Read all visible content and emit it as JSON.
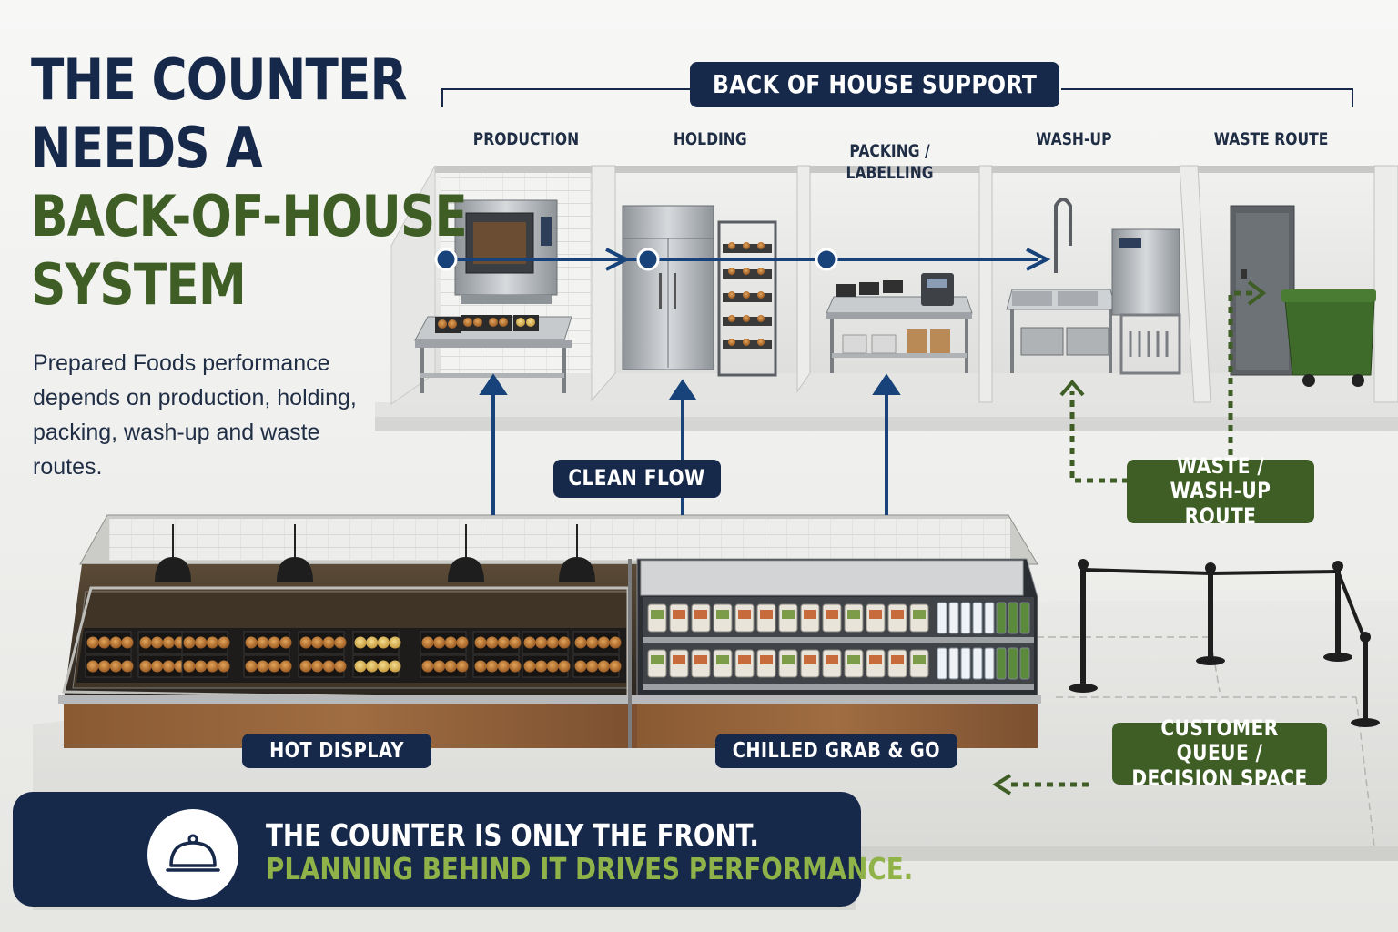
{
  "headline": {
    "line1": "THE COUNTER",
    "line2": "NEEDS A",
    "line3": "BACK-OF-HOUSE",
    "line4": "SYSTEM"
  },
  "intro": "Prepared Foods performance depends on production, holding, packing, wash-up and waste routes.",
  "back_of_house": {
    "title": "BACK OF HOUSE SUPPORT",
    "zones": [
      {
        "label": "PRODUCTION"
      },
      {
        "label": "HOLDING"
      },
      {
        "label": "PACKING /\nLABELLING"
      },
      {
        "label": "WASH-UP"
      },
      {
        "label": "WASTE ROUTE"
      }
    ]
  },
  "labels": {
    "clean_flow": "CLEAN FLOW",
    "waste_route": "WASTE /\nWASH-UP ROUTE",
    "hot_display": "HOT DISPLAY",
    "chilled": "CHILLED GRAB & GO",
    "queue": "CUSTOMER QUEUE /\nDECISION SPACE"
  },
  "banner": {
    "line1": "THE COUNTER IS ONLY THE FRONT.",
    "line2": "PLANNING BEHIND IT DRIVES PERFORMANCE.",
    "icon": "cloche-icon"
  },
  "colors": {
    "navy": "#17294a",
    "green": "#3f5e25",
    "banner_accent": "#8fb348",
    "clean_flow": "#17427a",
    "waste_flow": "#3f5e25",
    "bin": "#3e6a2a"
  }
}
